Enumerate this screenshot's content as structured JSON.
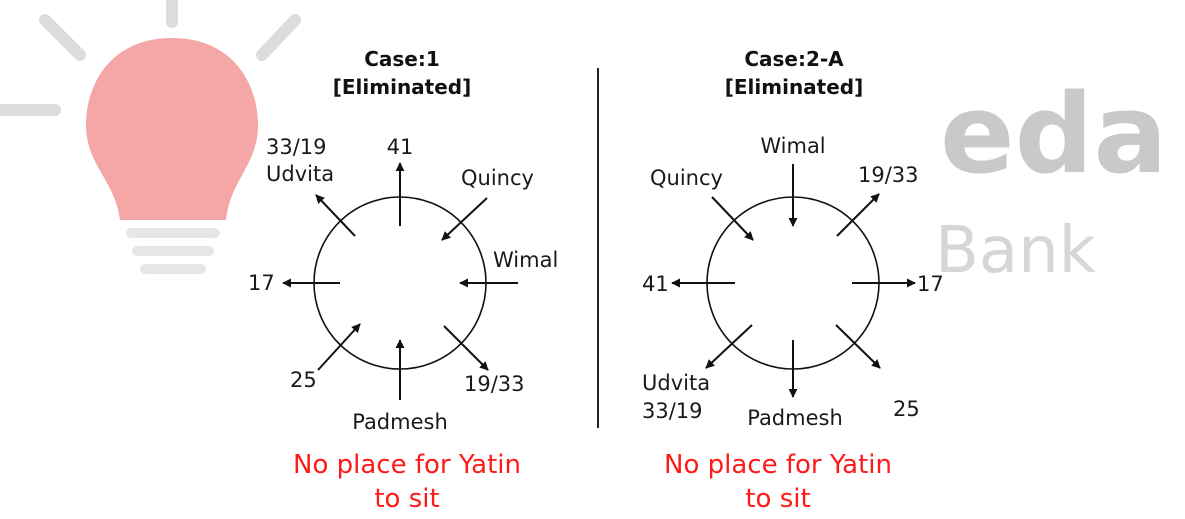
{
  "watermark": {
    "brand_main": "eda",
    "brand_sub": "Bank",
    "colors": {
      "bulb": "#f5a6a6",
      "bulb_base": "#e6e6e6",
      "text": "#c9c9c9"
    }
  },
  "cases": [
    {
      "title_line1": "Case:1",
      "title_line2": "[Eliminated]",
      "labels": {
        "top_left_1": "33/19",
        "top_left_2": "Udvita",
        "top": "41",
        "top_right": "Quincy",
        "right": "Wimal",
        "left": "17",
        "bottom_left": "25",
        "bottom_right": "19/33",
        "bottom": "Padmesh"
      },
      "note_line1": "No place for Yatin",
      "note_line2": "to sit"
    },
    {
      "title_line1": "Case:2-A",
      "title_line2": "[Eliminated]",
      "labels": {
        "top": "Wimal",
        "top_left": "Quincy",
        "top_right": "19/33",
        "left": "41",
        "right": "17",
        "bottom_left_1": "Udvita",
        "bottom_left_2": "33/19",
        "bottom": "Padmesh",
        "bottom_right": "25"
      },
      "note_line1": "No place for Yatin",
      "note_line2": "to sit"
    }
  ],
  "colors": {
    "note": "#ff1a1a",
    "ink": "#111111"
  }
}
